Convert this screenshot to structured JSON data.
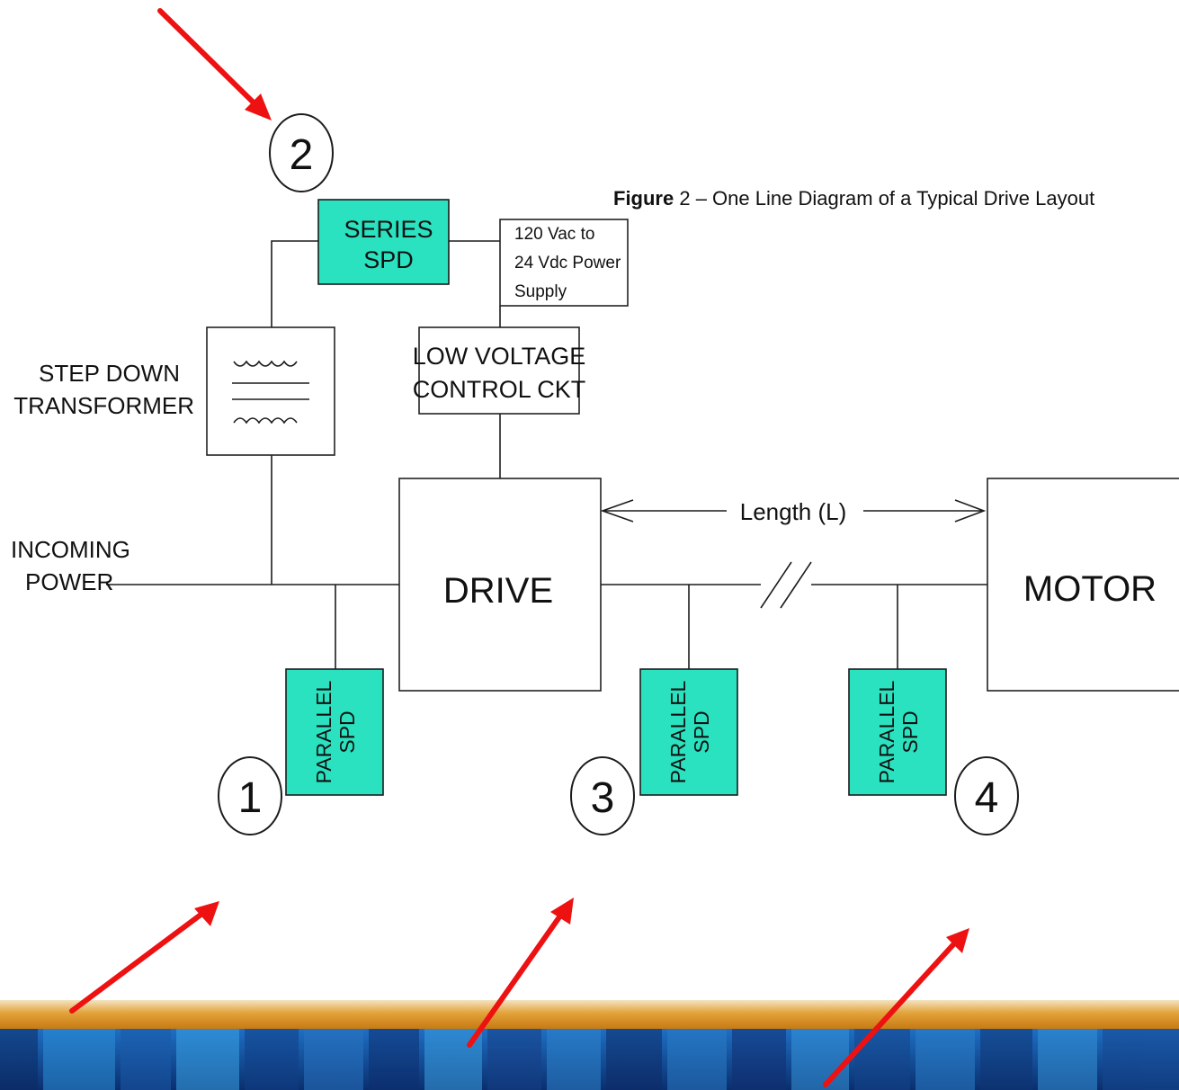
{
  "figure": {
    "caption_prefix": "Figure",
    "caption_rest": " 2 – One Line Diagram of a Typical Drive Layout"
  },
  "labels": {
    "series_spd_line1": "SERIES",
    "series_spd_line2": "SPD",
    "power_supply_line1": "120 Vac to",
    "power_supply_line2": "24 Vdc Power",
    "power_supply_line3": "Supply",
    "low_voltage_line1": "LOW VOLTAGE",
    "low_voltage_line2": "CONTROL CKT",
    "transformer_line1": "STEP DOWN",
    "transformer_line2": "TRANSFORMER",
    "incoming_line1": "INCOMING",
    "incoming_line2": "POWER",
    "drive": "DRIVE",
    "motor": "MOTOR",
    "length": "Length (L)",
    "parallel_line1": "PARALLEL",
    "parallel_line2": "SPD"
  },
  "callouts": [
    "1",
    "2",
    "3",
    "4"
  ],
  "colors": {
    "spd_fill": "#2ae2c0",
    "arrow": "#ee1111",
    "banner_orange": "#d98b1a",
    "banner_blue": "#0b3f86"
  },
  "icons": [
    "transformer-coil-icon",
    "red-arrow-icon",
    "break-mark-icon"
  ]
}
